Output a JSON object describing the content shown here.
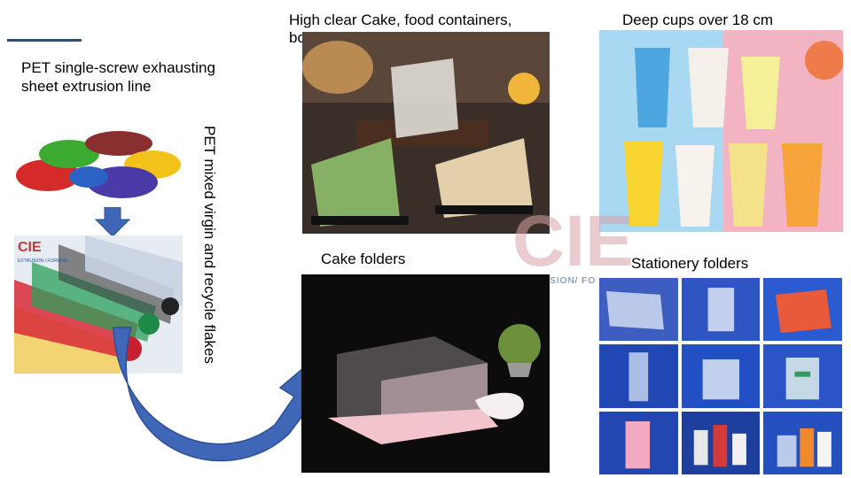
{
  "slide": {
    "line1": "PET single-screw exhausting",
    "line2": "sheet extrusion line",
    "vertical_caption": "PET mixed virgin and recycle flakes",
    "caption_cake_containers": "High clear Cake, food containers,",
    "caption_cake_containers_2": "boxes",
    "caption_cups": "Deep cups over 18 cm",
    "caption_cake_folders": "Cake folders",
    "caption_stationery": "Stationery folders"
  },
  "film_logo": {
    "mark": "CIE",
    "text": "EXTRUSION / FORMING"
  },
  "watermark": {
    "mark": "CIE",
    "text": "USION/ FO"
  },
  "colors": {
    "accent_line": "#2f4f6f",
    "arrow_fill": "#3f66b7",
    "arrow_stroke": "#2e4f95"
  }
}
